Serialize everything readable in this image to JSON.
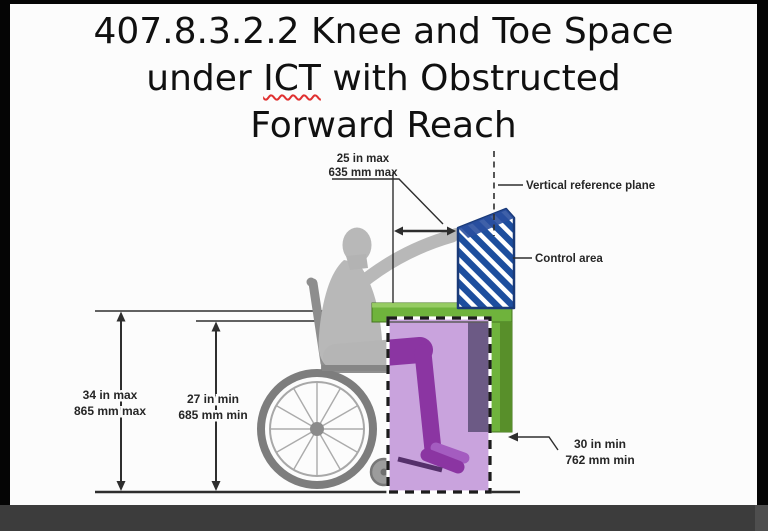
{
  "title": {
    "line1": "407.8.3.2.2 Knee and Toe Space",
    "line2_pre": "under ",
    "line2_word": "ICT",
    "line2_post": " with Obstructed",
    "line3": "Forward Reach"
  },
  "diagram": {
    "reach_max": {
      "line1": "25 in max",
      "line2": "635 mm max"
    },
    "vertical_reference_plane": "Vertical reference plane",
    "control_area": "Control area",
    "height_max": {
      "line1": "34 in max",
      "line2": "865 mm max"
    },
    "knee_clearance_min": {
      "line1": "27 in min",
      "line2": "685 mm min"
    },
    "depth_min": {
      "line1": "30 in min",
      "line2": "762 mm min"
    },
    "colors": {
      "counter_green": "#6fb33c",
      "control_panel_blue": "#1d4e9e",
      "knee_space_fill": "#c9a3dd",
      "leg_purple": "#8b35a2",
      "figure_gray": "#b8b8b8",
      "spellcheck_red": "#e03030"
    }
  }
}
